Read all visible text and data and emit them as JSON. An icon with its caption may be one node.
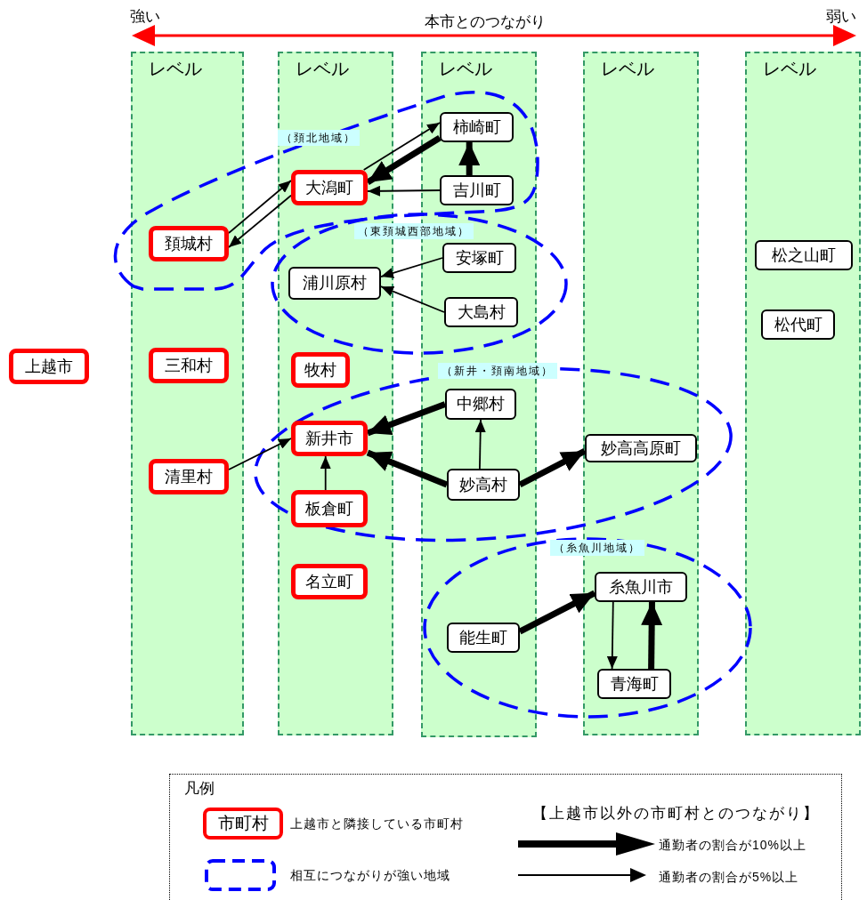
{
  "diagram": {
    "nodes": [
      {
        "text": [
          "レベル"
        ]
      },
      {
        "text": [
          "レベル"
        ]
      },
      {
        "text": [
          "レベル"
        ]
      },
      {
        "text": [
          "レベル"
        ]
      },
      {
        "text": [
          "レベル"
        ]
      },
      {
        "text": [
          "上越市"
        ]
      },
      {
        "text": [
          "頚城村"
        ],
        "in": 0
      },
      {
        "text": [
          "三和村"
        ],
        "in": 0
      },
      {
        "text": [
          "清里村"
        ],
        "in": 0
      },
      {
        "text": [
          "大潟町"
        ],
        "in": 1
      },
      {
        "text": [
          "浦川原村"
        ],
        "in": 1
      },
      {
        "text": [
          "牧村"
        ],
        "in": 1
      },
      {
        "text": [
          "新井市"
        ],
        "in": 1
      },
      {
        "text": [
          "板倉町"
        ],
        "in": 1
      },
      {
        "text": [
          "名立町"
        ],
        "in": 1
      },
      {
        "text": [
          "柿崎町"
        ],
        "in": 2
      },
      {
        "text": [
          "吉川町"
        ],
        "in": 2
      },
      {
        "text": [
          "安塚町"
        ],
        "in": 2
      },
      {
        "text": [
          "大島村"
        ],
        "in": 2
      },
      {
        "text": [
          "中郷村"
        ],
        "in": 2
      },
      {
        "text": [
          "妙高村"
        ],
        "in": 2
      },
      {
        "text": [
          "能生町"
        ],
        "in": 2
      },
      {
        "text": [
          "妙高高原町"
        ],
        "in": 3
      },
      {
        "text": [
          "糸魚川市"
        ],
        "in": 3
      },
      {
        "text": [
          "青海町"
        ],
        "in": 3
      },
      {
        "text": [
          "松之山町"
        ],
        "in": 4
      },
      {
        "text": [
          "松代町"
        ],
        "in": 4
      }
    ],
    "edges": [
      {
        "from": 9,
        "to": 15,
        "arrow": "to"
      },
      {
        "from": 15,
        "to": 9,
        "arrow": "to",
        "style": "thick"
      },
      {
        "from": 16,
        "to": 9,
        "arrow": "to"
      },
      {
        "from": 16,
        "to": 15,
        "arrow": "to",
        "style": "thick"
      },
      {
        "from": 6,
        "to": 9,
        "arrow": "to"
      },
      {
        "from": 9,
        "to": 6,
        "arrow": "to"
      },
      {
        "from": 17,
        "to": 10,
        "arrow": "to"
      },
      {
        "from": 18,
        "to": 10,
        "arrow": "to"
      },
      {
        "from": 8,
        "to": 12,
        "arrow": "to"
      },
      {
        "from": 13,
        "to": 12,
        "arrow": "to"
      },
      {
        "from": 19,
        "to": 12,
        "arrow": "to",
        "style": "thick"
      },
      {
        "from": 20,
        "to": 12,
        "arrow": "to",
        "style": "thick"
      },
      {
        "from": 20,
        "to": 19,
        "arrow": "to"
      },
      {
        "from": 20,
        "to": 22,
        "arrow": "to",
        "style": "thick"
      },
      {
        "from": 21,
        "to": 23,
        "arrow": "to",
        "style": "thick"
      },
      {
        "from": 23,
        "to": 24,
        "arrow": "to"
      },
      {
        "from": 24,
        "to": 23,
        "arrow": "to",
        "style": "thick"
      }
    ],
    "labels": [
      "強い",
      "本市とのつながり",
      "弱い",
      "（頚北地域）",
      "（東頚城西部地域）",
      "（新井・頚南地域）",
      "（糸魚川地域）",
      "凡例",
      "市町村",
      "【上越市以外の市町村とのつながり】"
    ],
    "legend": [
      {
        "text": "上越市と隣接している市町村"
      },
      {
        "text": "相互につながりが強い地域"
      },
      {
        "text": "通勤者の割合が10%以上"
      },
      {
        "text": "通勤者の割合が5%以上"
      }
    ]
  }
}
